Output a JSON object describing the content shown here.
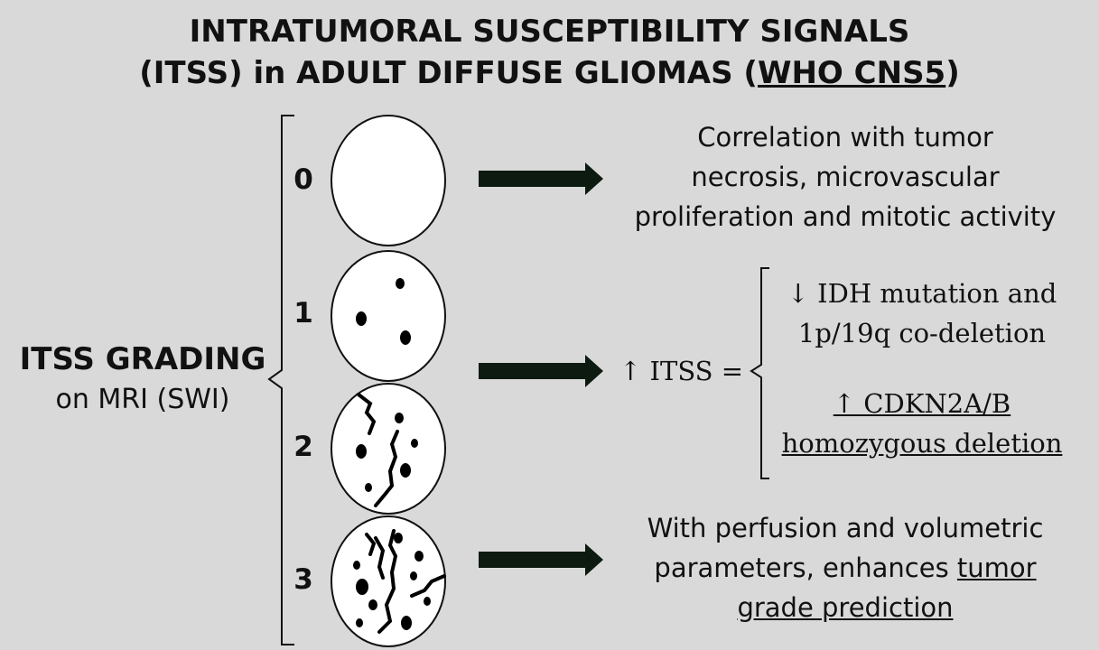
{
  "title": {
    "line1": "INTRATUMORAL SUSCEPTIBILITY SIGNALS",
    "line2_prefix": "(ITSS) in ADULT DIFFUSE GLIOMAS (",
    "line2_link": "WHO CNS5",
    "line2_suffix": ")"
  },
  "grading": {
    "label_bold": "ITSS GRADING",
    "label_sub": "on MRI (SWI)",
    "grades": [
      "0",
      "1",
      "2",
      "3"
    ]
  },
  "outcomes": {
    "top": {
      "line1": "Correlation with tumor",
      "line2": "necrosis, microvascular",
      "line3": "proliferation and mitotic activity"
    },
    "middle": {
      "lead": "↑ ITSS =",
      "item1_line1": "↓ IDH mutation and",
      "item1_line2": "1p/19q co-deletion",
      "item2_line1": "↑ CDKN2A/B",
      "item2_line2": "homozygous deletion"
    },
    "bottom": {
      "line1": "With perfusion and volumetric",
      "line2_prefix": "parameters, enhances ",
      "line2_link": "tumor",
      "line3": "grade prediction"
    }
  },
  "colors": {
    "background": "#d9d9d9",
    "arrow": "#0c1a10",
    "circle_fill": "#ffffff",
    "ink": "#111111"
  }
}
